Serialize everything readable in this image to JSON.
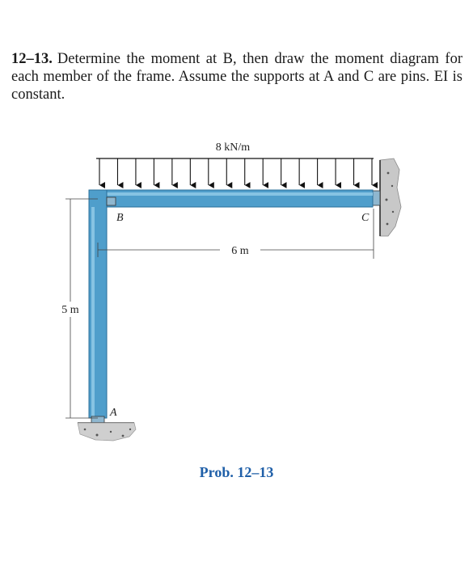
{
  "problem": {
    "number": "12–13.",
    "text": "Determine the moment at B, then draw the moment diagram for each member of the frame. Assume the supports at A and C are pins. EI is constant."
  },
  "figure": {
    "load_label": "8 kN/m",
    "span_label": "6 m",
    "height_label": "5 m",
    "point_a": "A",
    "point_b": "B",
    "point_c": "C"
  },
  "caption": "Prob. 12–13",
  "colors": {
    "member": "#4f9ecb",
    "member_edge": "#2a6f99",
    "caption": "#1f5fa8"
  }
}
